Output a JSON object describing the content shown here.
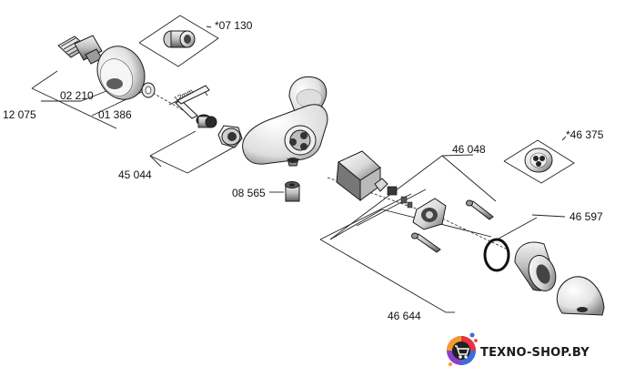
{
  "parts": {
    "p07130": "*07 130",
    "p02210": "02 210",
    "p12075": "12 075",
    "p01386": "01 386",
    "p45044": "45 044",
    "p08565": "08 565",
    "p46048": "46 048",
    "p46375": "*46 375",
    "p46597": "46 597",
    "p46644": "46 644"
  },
  "dimension_label": "12mm",
  "watermark": {
    "text": "TEXNO-SHOP.BY",
    "colors": [
      "#e8323c",
      "#3a6fd8",
      "#f29a2e",
      "#8a3fd0"
    ]
  },
  "colors": {
    "ink": "#1a1a1a",
    "shade_dark": "#6e6e6e",
    "shade_light": "#dcdcdc"
  }
}
